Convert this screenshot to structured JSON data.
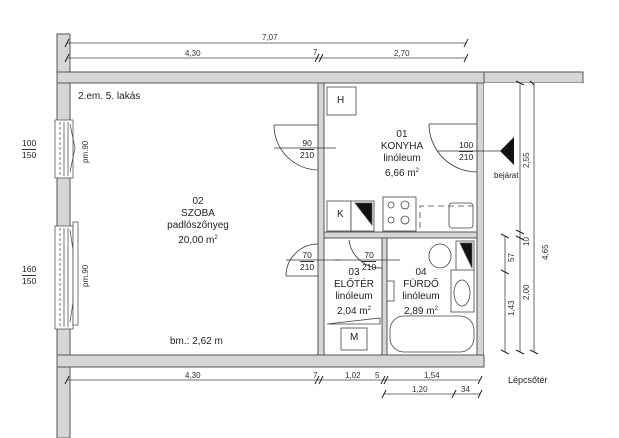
{
  "title": "2.em. 5. lakás",
  "ceiling_height": "bm.: 2,62 m",
  "entrance_label": "bejárat",
  "stairwell_label": "Lépcsőtér",
  "rooms": [
    {
      "number": "01",
      "name": "KONYHA",
      "floor": "linóleum",
      "area": "6,66 m",
      "area_unit_sup": "2"
    },
    {
      "number": "02",
      "name": "SZOBA",
      "floor": "padlószőnyeg",
      "area": "20,00 m",
      "area_unit_sup": "2"
    },
    {
      "number": "03",
      "name": "ELŐTÉR",
      "floor": "linóleum",
      "area": "2,04 m",
      "area_unit_sup": "2"
    },
    {
      "number": "04",
      "name": "FÜRDŐ",
      "floor": "linóleum",
      "area": "2,89 m",
      "area_unit_sup": "2"
    }
  ],
  "fixtures": {
    "chimney": "H",
    "kitchen_unit": "K",
    "meter": "M"
  },
  "doors": [
    {
      "id": "szoba-konyha",
      "width": "90",
      "height": "210"
    },
    {
      "id": "entrance",
      "width": "100",
      "height": "210"
    },
    {
      "id": "szoba-eloter",
      "width": "70",
      "height": "210"
    },
    {
      "id": "furdo",
      "width": "70",
      "height": "210"
    }
  ],
  "windows": [
    {
      "width": "100",
      "height": "150",
      "sill": "pm.90"
    },
    {
      "width": "160",
      "height": "150",
      "sill": "pm.90"
    }
  ],
  "dimensions": {
    "top_total": "7,07",
    "top_segments": [
      "4,30",
      "7",
      "2,70"
    ],
    "bottom_segments": [
      "4,30",
      "7",
      "1,02",
      "5",
      "1,54"
    ],
    "bottom_sub": [
      "1,20",
      "34"
    ],
    "right_outer": "4,65",
    "right_middle": [
      "2,55",
      "10",
      "2,00"
    ],
    "right_inner": [
      "57",
      "1,43"
    ]
  }
}
